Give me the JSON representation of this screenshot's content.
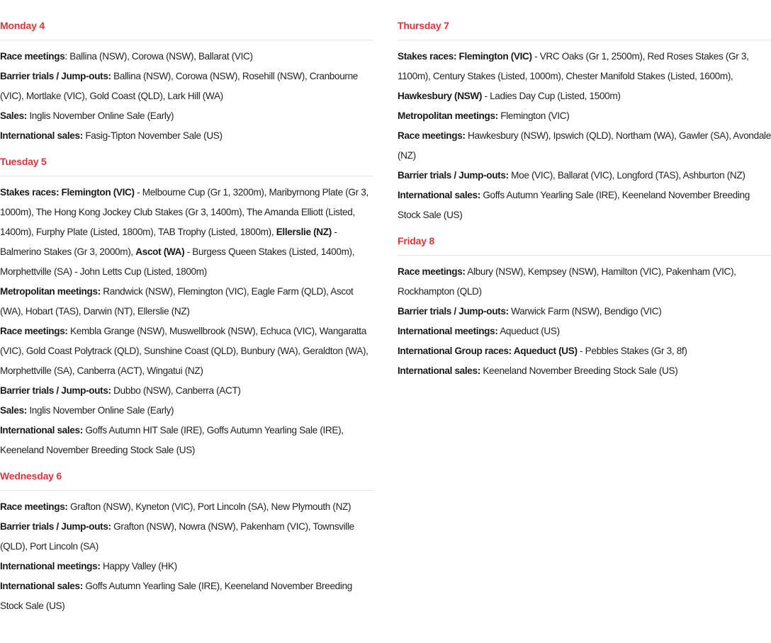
{
  "colors": {
    "day_title": "#e2333a",
    "text": "#222222",
    "divider": "#e4e4e4"
  },
  "left_column": [
    {
      "title": "Monday 4",
      "entries": [
        {
          "segments": [
            {
              "b": "Race meetings"
            },
            {
              "t": ": Ballina (NSW), Corowa (NSW), Ballarat (VIC)"
            }
          ]
        },
        {
          "segments": [
            {
              "b": "Barrier trials / Jump-outs:"
            },
            {
              "t": " Ballina (NSW), Corowa (NSW), Rosehill (NSW), Cranbourne (VIC), Mortlake (VIC), Gold Coast (QLD), Lark Hill (WA)"
            }
          ]
        },
        {
          "segments": [
            {
              "b": "Sales:"
            },
            {
              "t": " Inglis November Online Sale (Early)"
            }
          ]
        },
        {
          "segments": [
            {
              "b": "International sales:"
            },
            {
              "t": " Fasig-Tipton November Sale (US)"
            }
          ]
        }
      ]
    },
    {
      "title": "Tuesday 5",
      "entries": [
        {
          "segments": [
            {
              "b": "Stakes races: Flemington (VIC)"
            },
            {
              "t": " - Melbourne Cup (Gr 1, 3200m), Maribyrnong Plate (Gr 3, 1000m), The Hong Kong Jockey Club Stakes (Gr 3, 1400m), The Amanda Elliott (Listed, 1400m), Furphy Plate (Listed, 1800m), TAB Trophy (Listed, 1800m), "
            },
            {
              "b": "Ellerslie (NZ)"
            },
            {
              "t": " - Balmerino Stakes (Gr 3, 2000m), "
            },
            {
              "b": "Ascot (WA)"
            },
            {
              "t": " - Burgess Queen Stakes (Listed, 1400m), Morphettville (SA) - John Letts Cup (Listed, 1800m)"
            }
          ]
        },
        {
          "segments": [
            {
              "b": "Metropolitan meetings:"
            },
            {
              "t": " Randwick (NSW), Flemington (VIC), Eagle Farm (QLD), Ascot (WA), Hobart (TAS), Darwin (NT), Ellerslie (NZ)"
            }
          ]
        },
        {
          "segments": [
            {
              "b": "Race meetings:"
            },
            {
              "t": " Kembla Grange (NSW), Muswellbrook (NSW), Echuca (VIC), Wangaratta (VIC), Gold Coast Polytrack (QLD), Sunshine Coast (QLD), Bunbury (WA), Geraldton (WA), Morphettville (SA), Canberra (ACT), Wingatui (NZ)"
            }
          ]
        },
        {
          "segments": [
            {
              "b": "Barrier trials / Jump-outs:"
            },
            {
              "t": " Dubbo (NSW), Canberra (ACT)"
            }
          ]
        },
        {
          "segments": [
            {
              "b": "Sales:"
            },
            {
              "t": " Inglis November Online Sale (Early)"
            }
          ]
        },
        {
          "segments": [
            {
              "b": "International sales:"
            },
            {
              "t": " Goffs Autumn HIT Sale (IRE), Goffs Autumn Yearling Sale (IRE), Keeneland November Breeding Stock Sale (US)"
            }
          ]
        }
      ]
    },
    {
      "title": "Wednesday 6",
      "entries": [
        {
          "segments": [
            {
              "b": "Race meetings:"
            },
            {
              "t": " Grafton (NSW), Kyneton (VIC), Port Lincoln (SA), New Plymouth (NZ)"
            }
          ]
        },
        {
          "segments": [
            {
              "b": "Barrier trials / Jump-outs:"
            },
            {
              "t": " Grafton (NSW), Nowra (NSW), Pakenham (VIC), Townsville (QLD), Port Lincoln (SA)"
            }
          ]
        },
        {
          "segments": [
            {
              "b": "International meetings:"
            },
            {
              "t": " Happy Valley (HK)"
            }
          ]
        },
        {
          "segments": [
            {
              "b": "International sales:"
            },
            {
              "t": " Goffs Autumn Yearling Sale (IRE), Keeneland November Breeding Stock Sale (US)"
            }
          ]
        }
      ]
    }
  ],
  "right_column": [
    {
      "title": "Thursday 7",
      "entries": [
        {
          "segments": [
            {
              "b": "Stakes races: Flemington (VIC)"
            },
            {
              "t": " - VRC Oaks (Gr 1, 2500m), Red Roses Stakes (Gr 3, 1100m), Century Stakes (Listed, 1000m), Chester Manifold Stakes (Listed, 1600m), "
            },
            {
              "b": "Hawkesbury (NSW)"
            },
            {
              "t": " - Ladies Day Cup (Listed, 1500m)"
            }
          ]
        },
        {
          "segments": [
            {
              "b": "Metropolitan meetings:"
            },
            {
              "t": " Flemington (VIC)"
            }
          ]
        },
        {
          "segments": [
            {
              "b": "Race meetings:"
            },
            {
              "t": " Hawkesbury (NSW), Ipswich (QLD), Northam (WA), Gawler (SA), Avondale (NZ)"
            }
          ]
        },
        {
          "segments": [
            {
              "b": "Barrier trials / Jump-outs:"
            },
            {
              "t": " Moe (VIC), Ballarat (VIC), Longford (TAS), Ashburton (NZ)"
            }
          ]
        },
        {
          "segments": [
            {
              "b": "International sales:"
            },
            {
              "t": " Goffs Autumn Yearling Sale (IRE), Keeneland November Breeding Stock Sale (US)"
            }
          ]
        }
      ]
    },
    {
      "title": "Friday 8",
      "entries": [
        {
          "segments": [
            {
              "b": "Race meetings:"
            },
            {
              "t": " Albury (NSW), Kempsey (NSW), Hamilton (VIC), Pakenham (VIC), Rockhampton (QLD)"
            }
          ]
        },
        {
          "segments": [
            {
              "b": "Barrier trials / Jump-outs:"
            },
            {
              "t": " Warwick Farm (NSW), Bendigo (VIC)"
            }
          ]
        },
        {
          "segments": [
            {
              "b": "International meetings:"
            },
            {
              "t": " Aqueduct (US)"
            }
          ]
        },
        {
          "segments": [
            {
              "b": "International Group races: Aqueduct (US)"
            },
            {
              "t": " - Pebbles Stakes (Gr 3, 8f)"
            }
          ]
        },
        {
          "segments": [
            {
              "b": "International sales:"
            },
            {
              "t": " Keeneland November Breeding Stock Sale (US)"
            }
          ]
        }
      ]
    }
  ]
}
